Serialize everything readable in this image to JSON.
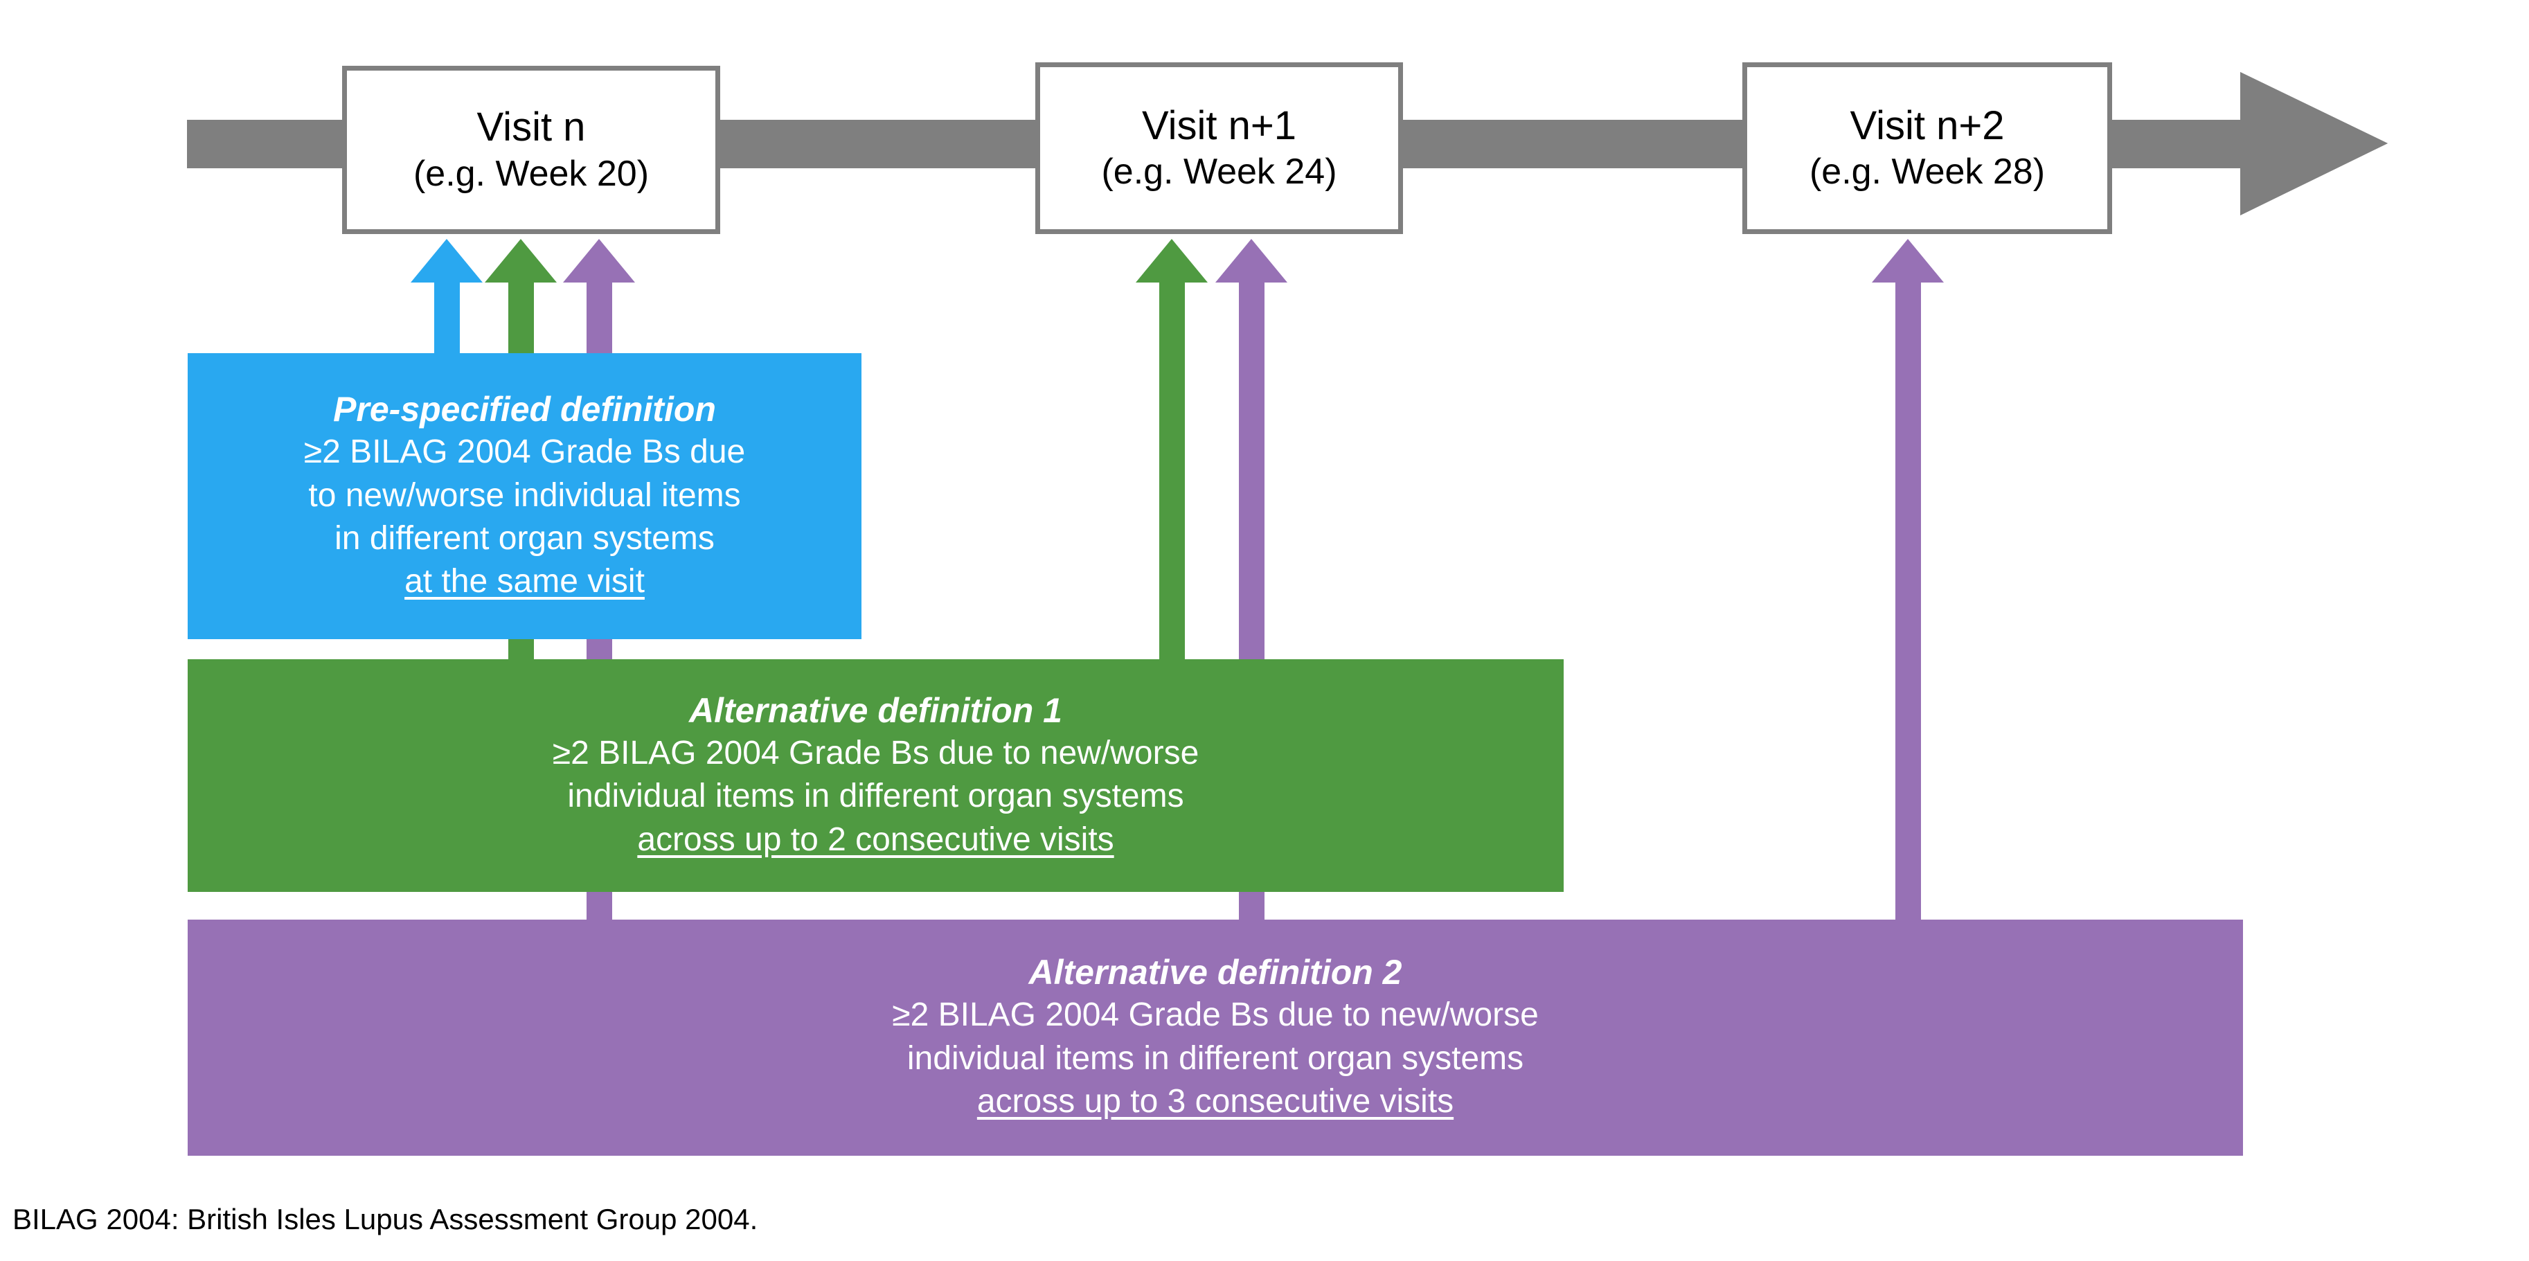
{
  "figure": {
    "type": "timeline-diagram",
    "background_color": "#FFFFFF"
  },
  "timeline": {
    "name": "study-visit-timeline",
    "arrow_color": "#7F7F7F",
    "direction": "left-to-right",
    "visits": [
      {
        "id": "visit-n",
        "title": "Visit n",
        "subtitle": "(e.g. Week 20)"
      },
      {
        "id": "visit-n1",
        "title": "Visit n+1",
        "subtitle": "(e.g. Week 24)"
      },
      {
        "id": "visit-n2",
        "title": "Visit n+2",
        "subtitle": "(e.g. Week 28)"
      }
    ]
  },
  "definitions": [
    {
      "id": "pre-specified",
      "heading": "Pre-specified definition",
      "color": "#29A8F0",
      "lines": [
        "≥2 BILAG 2004 Grade Bs due",
        "to new/worse individual items",
        "in different organ systems"
      ],
      "emphasis_line": "at the same visit",
      "spans_visits": 1
    },
    {
      "id": "alternative-1",
      "heading": "Alternative definition 1",
      "color": "#4F9A41",
      "lines": [
        "≥2 BILAG 2004 Grade Bs due to new/worse",
        "individual items in different organ systems"
      ],
      "emphasis_line": "across up to 2 consecutive visits",
      "spans_visits": 2
    },
    {
      "id": "alternative-2",
      "heading": "Alternative definition 2",
      "color": "#9771B5",
      "lines": [
        "≥2 BILAG 2004 Grade Bs due to new/worse",
        "individual items in different organ systems"
      ],
      "emphasis_line": "across up to 3 consecutive visits",
      "spans_visits": 3
    }
  ],
  "connector_arrows": [
    {
      "id": "arrow-blue-visit-n",
      "color": "#29A8F0",
      "target_visit": "Visit n",
      "definition": "pre-specified"
    },
    {
      "id": "arrow-green-visit-n",
      "color": "#4F9A41",
      "target_visit": "Visit n",
      "definition": "alternative-1"
    },
    {
      "id": "arrow-purple-visit-n",
      "color": "#9771B5",
      "target_visit": "Visit n",
      "definition": "alternative-2"
    },
    {
      "id": "arrow-green-visit-n1",
      "color": "#4F9A41",
      "target_visit": "Visit n+1",
      "definition": "alternative-1"
    },
    {
      "id": "arrow-purple-visit-n1",
      "color": "#9771B5",
      "target_visit": "Visit n+1",
      "definition": "alternative-2"
    },
    {
      "id": "arrow-purple-visit-n2",
      "color": "#9771B5",
      "target_visit": "Visit n+2",
      "definition": "alternative-2"
    }
  ],
  "footnote": {
    "text": "BILAG 2004: British Isles Lupus Assessment Group 2004."
  }
}
